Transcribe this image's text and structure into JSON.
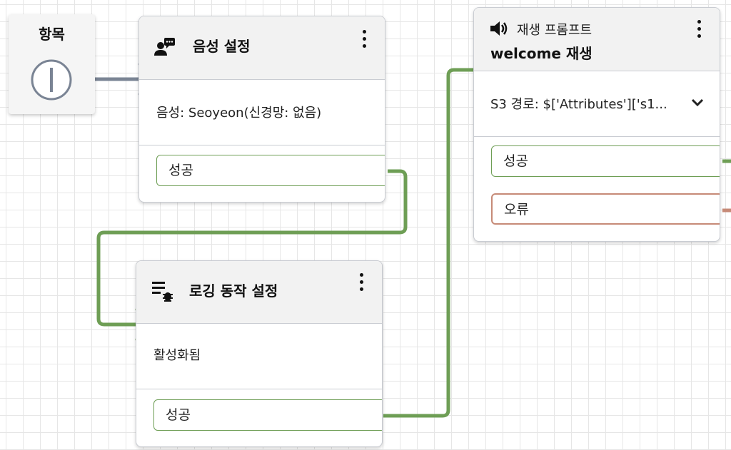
{
  "entry": {
    "label": "항목",
    "icon": "entry-point-icon"
  },
  "voice_block": {
    "title": "음성 설정",
    "icon": "speech-bubble-person-icon",
    "body": "음성: Seoyeon(신경망: 없음)",
    "branches": [
      "성공"
    ]
  },
  "logging_block": {
    "title": "로깅 동작 설정",
    "icon": "list-bug-icon",
    "body": "활성화됨",
    "branches": [
      "성공"
    ]
  },
  "play_block": {
    "type_label": "재생 프롬프트",
    "title": "welcome 재생",
    "icon": "speaker-icon",
    "body": "S3 경로: $['Attributes']['s1...",
    "branches": [
      "성공",
      "오류"
    ]
  },
  "colors": {
    "success": "#6e9e55",
    "error": "#c68a77",
    "entry_connector": "#7a8494",
    "header_bg": "#f2f2f2"
  }
}
